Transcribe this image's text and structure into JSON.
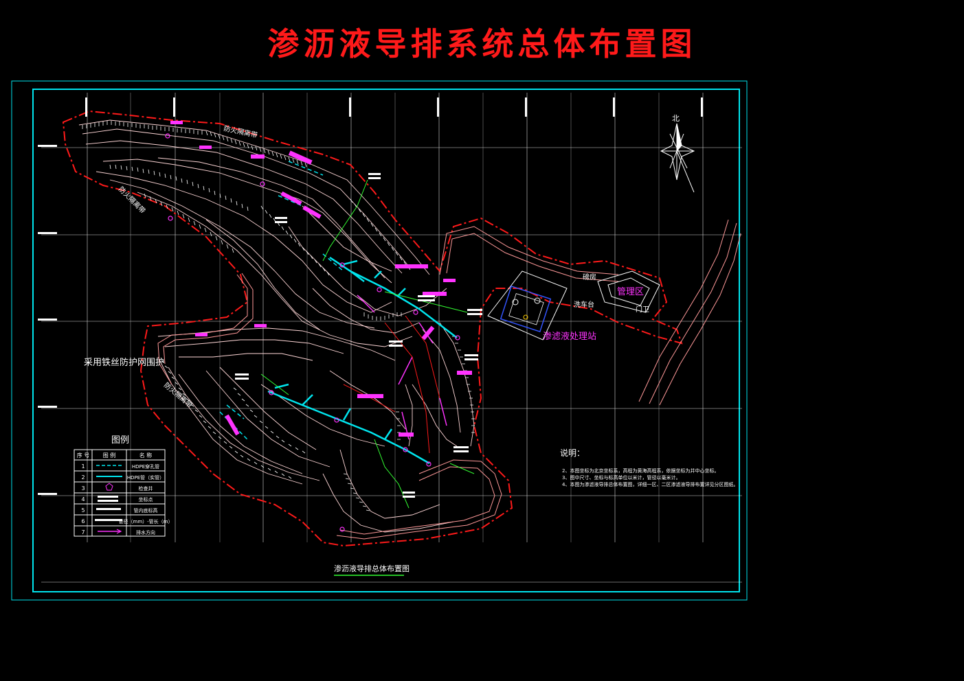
{
  "title": "渗沥液导排系统总体布置图",
  "drawing_caption": "渗沥液导排总体布置图",
  "north_label": "北",
  "map_labels": {
    "fence_protection": "采用铁丝防护网围护",
    "treatment_station": "渗滤液处理站",
    "management_area": "管理区",
    "gate_guard": "门卫",
    "car_wash": "洗车台",
    "weigh_house": "磅房",
    "fire_belt_1": "防火隔离带",
    "fire_belt_2": "防火隔离带",
    "fire_belt_3": "防火隔离带"
  },
  "legend": {
    "title": "图例",
    "headers": [
      "序 号",
      "图 例",
      "名 称"
    ],
    "rows": [
      {
        "no": "1",
        "symbol": "dashed-cyan-line",
        "name": "HDPE穿孔管"
      },
      {
        "no": "2",
        "symbol": "solid-cyan-line",
        "name": "HDPE管（实管）"
      },
      {
        "no": "3",
        "symbol": "magenta-circle",
        "name": "检查井"
      },
      {
        "no": "4",
        "symbol": "coordinate-mark",
        "name": "坐标点"
      },
      {
        "no": "5",
        "symbol": "elevation-mark",
        "name": "管内底标高"
      },
      {
        "no": "6",
        "symbol": "pipe-size-mark",
        "name": "管径（mm）-管长（m）"
      },
      {
        "no": "7",
        "symbol": "magenta-arrow",
        "name": "排水方向"
      }
    ]
  },
  "notes": {
    "heading": "说明：",
    "items": [
      "2、本图坐标为北京坐标系，高程为黄海高程系，依据坐标为井中心坐标。",
      "3、图中尺寸、坐标与标高单位以米计，管径以毫米计。",
      "4、本图为渗滤液导排总体布置图，详细一区、二区渗滤液导排布置详见分区图纸。"
    ]
  },
  "colors": {
    "background": "#000000",
    "frame": "#00e5ee",
    "grid": "#ffffff",
    "boundary": "#ff1a1a",
    "contour": "#ffe0e0",
    "pipe": "#00e5ee",
    "label": "#ff33ff",
    "green_line": "#33ff33"
  }
}
